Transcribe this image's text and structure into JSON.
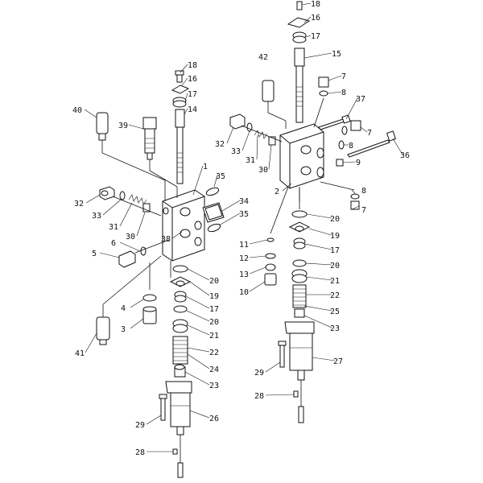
{
  "title": "Control valve exploded parts diagram",
  "left_assembly": {
    "labels": [
      "18",
      "16",
      "17",
      "14",
      "40",
      "39",
      "1",
      "35",
      "34",
      "35",
      "32",
      "33",
      "31",
      "30",
      "38",
      "6",
      "5",
      "20",
      "19",
      "17",
      "4",
      "20",
      "3",
      "21",
      "22",
      "41",
      "24",
      "23",
      "26",
      "29",
      "28"
    ]
  },
  "right_assembly": {
    "labels": [
      "18",
      "16",
      "17",
      "42",
      "15",
      "7",
      "8",
      "37",
      "7",
      "32",
      "33",
      "31",
      "30",
      "8",
      "36",
      "9",
      "2",
      "8",
      "7",
      "20",
      "19",
      "11",
      "17",
      "12",
      "20",
      "13",
      "21",
      "10",
      "22",
      "25",
      "23",
      "27",
      "29",
      "28"
    ]
  }
}
